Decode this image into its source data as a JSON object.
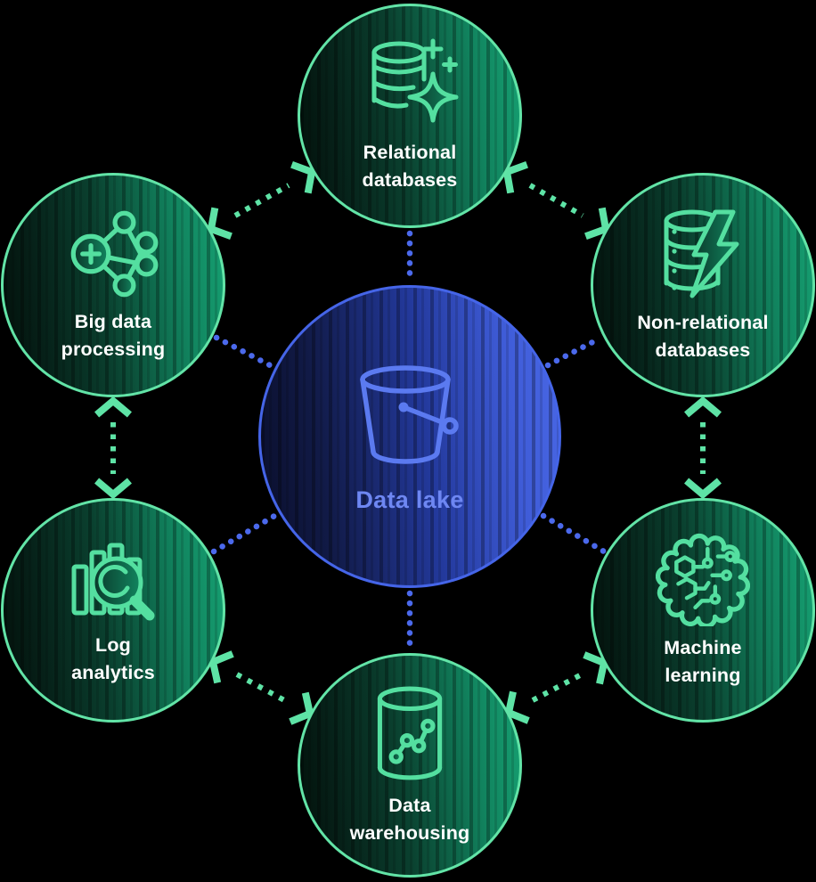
{
  "diagram": {
    "title": "Data lake",
    "center": {
      "label": "Data lake",
      "icon": "s3-bucket-icon"
    },
    "nodes": [
      {
        "id": "relational-databases",
        "lines": [
          "Relational",
          "databases"
        ],
        "icon": "relational-database-sparkle-icon",
        "position": "top"
      },
      {
        "id": "non-relational-databases",
        "lines": [
          "Non-relational",
          "databases"
        ],
        "icon": "non-relational-database-bolt-icon",
        "position": "top-right"
      },
      {
        "id": "machine-learning",
        "lines": [
          "Machine",
          "learning"
        ],
        "icon": "brain-circuit-icon",
        "position": "bottom-right"
      },
      {
        "id": "data-warehousing",
        "lines": [
          "Data",
          "warehousing"
        ],
        "icon": "warehouse-cylinder-chart-icon",
        "position": "bottom"
      },
      {
        "id": "log-analytics",
        "lines": [
          "Log",
          "analytics"
        ],
        "icon": "bar-chart-magnifier-icon",
        "position": "bottom-left"
      },
      {
        "id": "big-data-processing",
        "lines": [
          "Big data",
          "processing"
        ],
        "icon": "cluster-network-icon",
        "position": "top-left"
      }
    ],
    "connections": {
      "center_spokes": [
        {
          "from": "data-lake",
          "to": "relational-databases",
          "style": "dotted-blue"
        },
        {
          "from": "data-lake",
          "to": "non-relational-databases",
          "style": "dotted-blue"
        },
        {
          "from": "data-lake",
          "to": "machine-learning",
          "style": "dotted-blue"
        },
        {
          "from": "data-lake",
          "to": "data-warehousing",
          "style": "dotted-blue"
        },
        {
          "from": "data-lake",
          "to": "log-analytics",
          "style": "dotted-blue"
        },
        {
          "from": "data-lake",
          "to": "big-data-processing",
          "style": "dotted-blue"
        }
      ],
      "ring_links": [
        {
          "between": [
            "big-data-processing",
            "relational-databases"
          ],
          "style": "dotted-green-double-arrow"
        },
        {
          "between": [
            "relational-databases",
            "non-relational-databases"
          ],
          "style": "dotted-green-double-arrow"
        },
        {
          "between": [
            "non-relational-databases",
            "machine-learning"
          ],
          "style": "dotted-green-double-arrow"
        },
        {
          "between": [
            "machine-learning",
            "data-warehousing"
          ],
          "style": "dotted-green-double-arrow"
        },
        {
          "between": [
            "data-warehousing",
            "log-analytics"
          ],
          "style": "dotted-green-double-arrow"
        },
        {
          "between": [
            "log-analytics",
            "big-data-processing"
          ],
          "style": "dotted-green-double-arrow"
        }
      ]
    },
    "colors": {
      "background": "#000000",
      "green_ring": "#62e4a7",
      "green_icon_stroke": "#54dfa0",
      "green_gradient_dark": "#02100a",
      "green_gradient_light": "#16a273",
      "blue_ring": "#4565e8",
      "blue_gradient_dark": "#0a0e2b",
      "blue_gradient_light": "#4a68e6",
      "blue_label": "#6e87f2",
      "blue_dots": "#4b69ec",
      "green_arrows": "#5ee3a6",
      "node_label": "#ffffff"
    }
  }
}
